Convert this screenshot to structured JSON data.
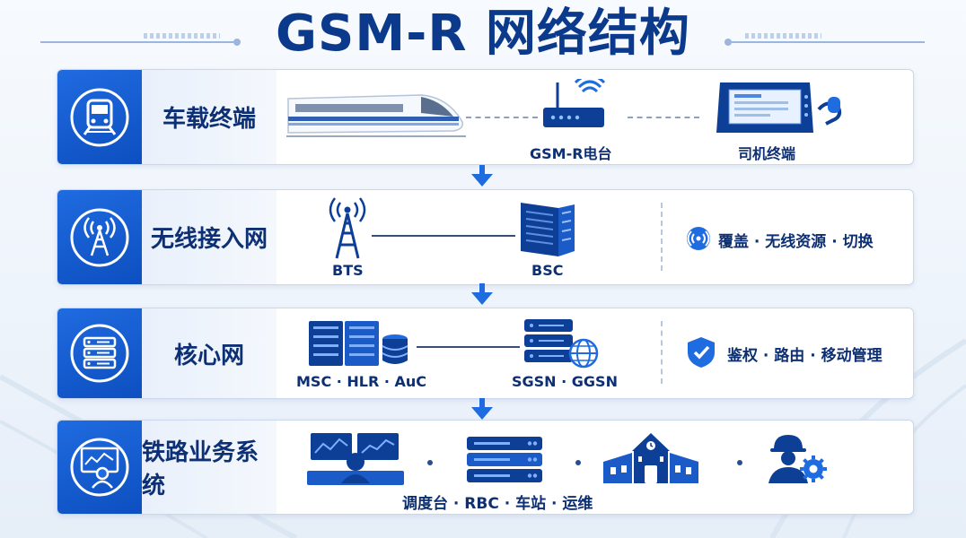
{
  "title": "GSM-R 网络结构",
  "colors": {
    "primary": "#0d4fc0",
    "dark_text": "#0d2f73",
    "accent": "#1f6be0"
  },
  "rows": [
    {
      "label": "车载终端",
      "icon": "train-icon",
      "nodes": [
        {
          "name": "high-speed-train",
          "icon": "train-image",
          "label": ""
        },
        {
          "name": "gsm-r-radio",
          "icon": "radio-router-icon",
          "label": "GSM-R电台"
        },
        {
          "name": "driver-terminal",
          "icon": "driver-terminal-icon",
          "label": "司机终端"
        }
      ],
      "feature": null
    },
    {
      "label": "无线接入网",
      "icon": "radio-tower-icon",
      "nodes": [
        {
          "name": "bts",
          "icon": "antenna-tower-icon",
          "label": "BTS"
        },
        {
          "name": "bsc",
          "icon": "server-rack-icon",
          "label": "BSC"
        }
      ],
      "feature": {
        "icon": "signal-icon",
        "text": "覆盖 · 无线资源 · 切换"
      }
    },
    {
      "label": "核心网",
      "icon": "server-stack-icon",
      "nodes": [
        {
          "name": "msc-hlr-auc",
          "icon": "server-database-icon",
          "label": "MSC · HLR · AuC"
        },
        {
          "name": "sgsn-ggsn",
          "icon": "server-globe-icon",
          "label": "SGSN · GGSN"
        }
      ],
      "feature": {
        "icon": "shield-check-icon",
        "text": "鉴权 · 路由 · 移动管理"
      }
    },
    {
      "label": "铁路业务系统",
      "icon": "monitor-operator-icon",
      "nodes": [
        {
          "name": "dispatch-desk",
          "icon": "dispatch-console-icon"
        },
        {
          "name": "rbc",
          "icon": "rbc-server-icon"
        },
        {
          "name": "station",
          "icon": "station-building-icon"
        },
        {
          "name": "maintenance",
          "icon": "worker-gear-icon"
        }
      ],
      "caption": "调度台 · RBC · 车站 · 运维",
      "feature": null
    }
  ]
}
